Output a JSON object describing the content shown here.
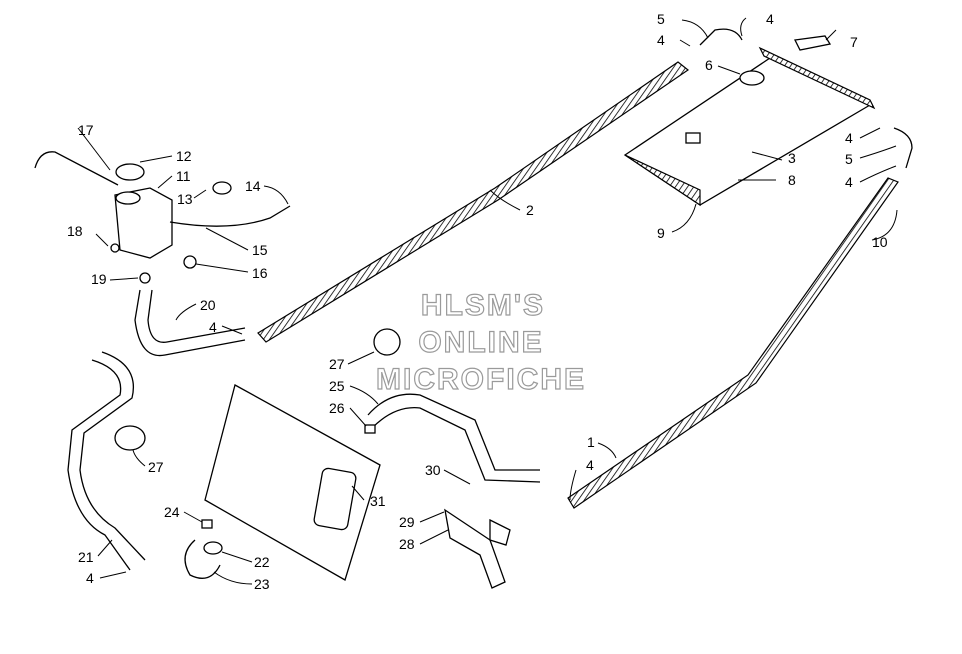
{
  "watermark": [
    "HLSM'S",
    "ONLINE",
    "MICROFICHE"
  ],
  "callouts": {
    "c1": "1",
    "c2": "2",
    "c3": "3",
    "c4a": "4",
    "c4b": "4",
    "c4c": "4",
    "c4d": "4",
    "c4e": "4",
    "c4f": "4",
    "c4g": "4",
    "c5a": "5",
    "c5b": "5",
    "c6": "6",
    "c7": "7",
    "c8": "8",
    "c9": "9",
    "c10": "10",
    "c11": "11",
    "c12": "12",
    "c13": "13",
    "c14": "14",
    "c15": "15",
    "c16": "16",
    "c17": "17",
    "c18": "18",
    "c19": "19",
    "c20": "20",
    "c21": "21",
    "c22": "22",
    "c23": "23",
    "c24": "24",
    "c25": "25",
    "c26": "26",
    "c27a": "27",
    "c27b": "27",
    "c28": "28",
    "c29": "29",
    "c30": "30",
    "c31": "31"
  }
}
